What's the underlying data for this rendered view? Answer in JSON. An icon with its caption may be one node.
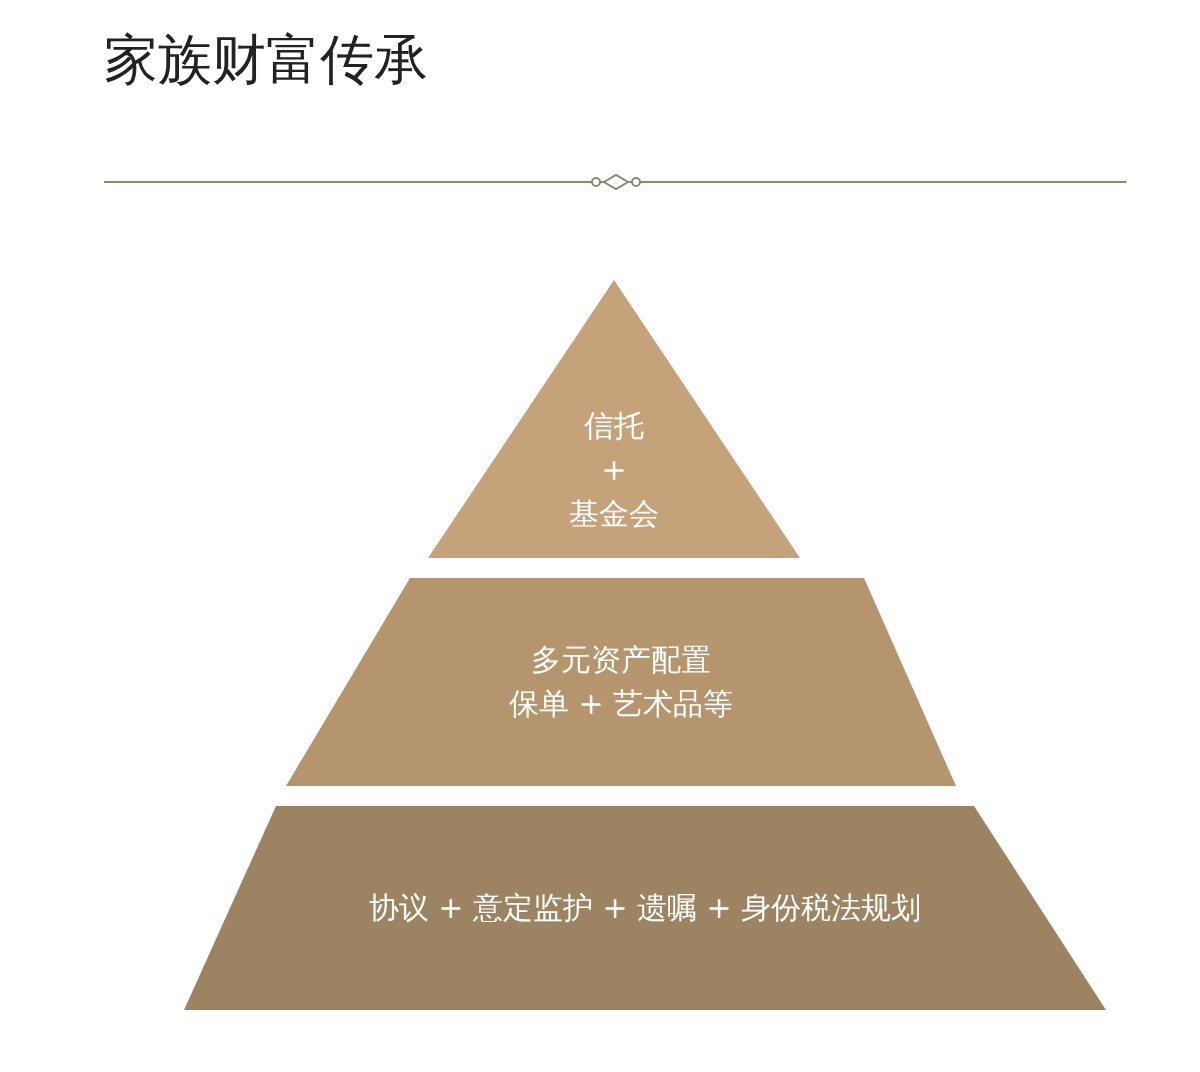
{
  "diagram": {
    "title": "家族财富传承",
    "nodes": [
      {
        "text": [
          "信托 + 基金会"
        ]
      },
      {
        "text": [
          "多元资产配置",
          "保单 + 艺术品等"
        ]
      },
      {
        "text": [
          "协议 + 意定监护 + 遗嘱 + 身份税法规划"
        ]
      }
    ]
  }
}
